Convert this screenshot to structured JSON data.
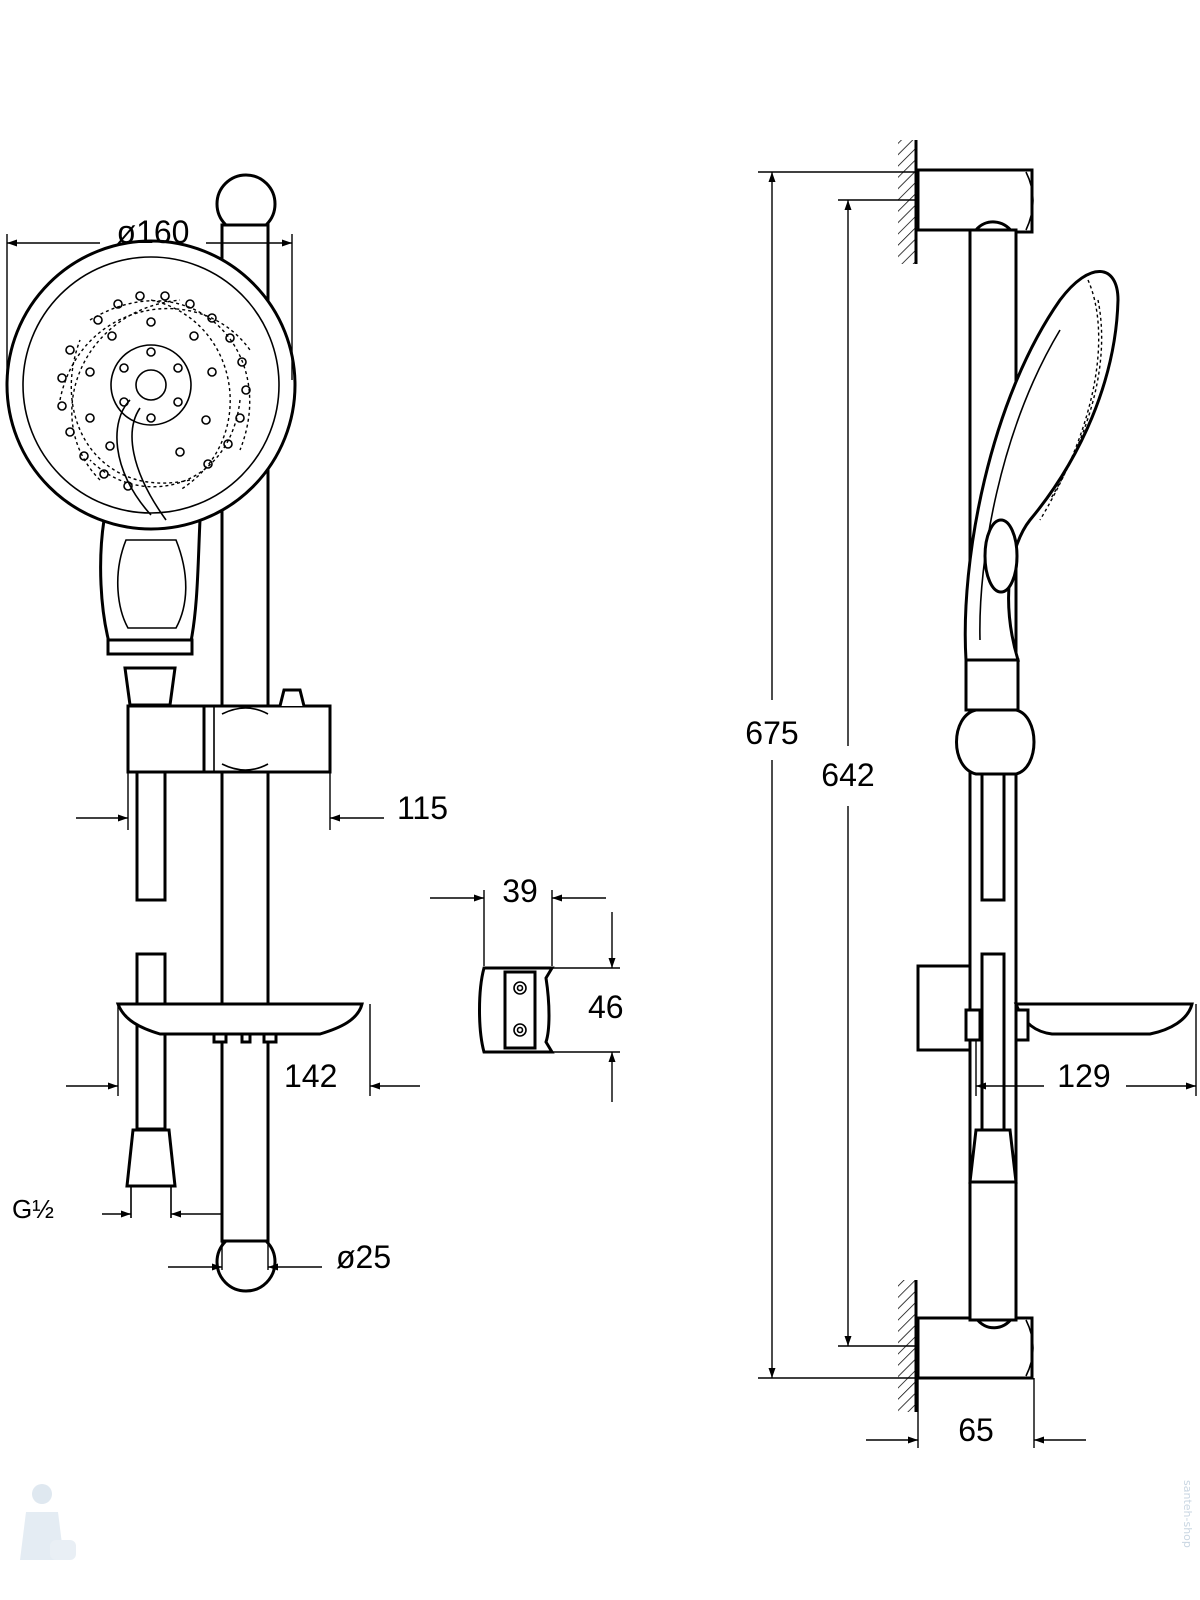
{
  "dimensions": {
    "head_diameter": "ø160",
    "holder_depth": "115",
    "bracket_width": "39",
    "bracket_height": "46",
    "soap_dish_width": "142",
    "hose_thread": "G½",
    "rail_diameter": "ø25",
    "total_height": "675",
    "fixing_distance": "642",
    "soap_dish_depth": "129",
    "wall_offset": "65"
  },
  "watermark": "santeh-shop"
}
